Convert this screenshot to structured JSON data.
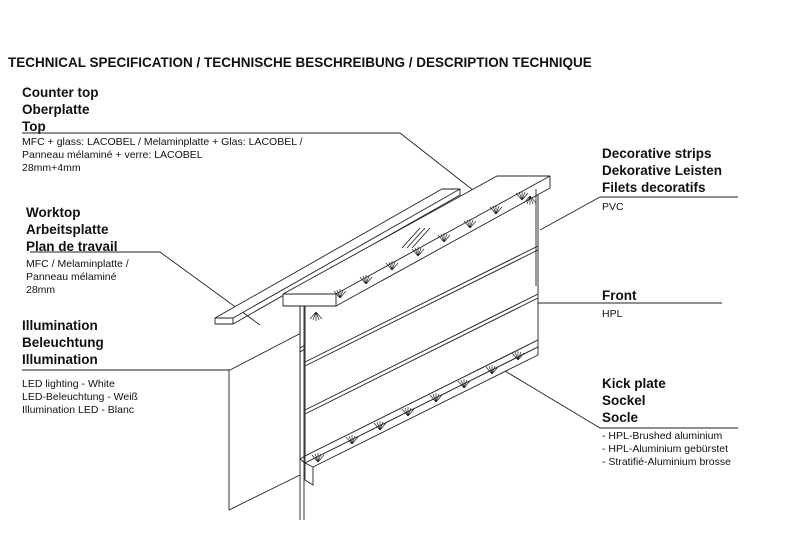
{
  "title": "TECHNICAL SPECIFICATION / TECHNISCHE BESCHREIBUNG / DESCRIPTION TECHNIQUE",
  "counter_top": {
    "heading": [
      "Counter top",
      "Oberplatte",
      "Top"
    ],
    "details": [
      "MFC + glass: LACOBEL / Melaminplatte + Glas: LACOBEL /",
      "Panneau mélaminé + verre: LACOBEL",
      "28mm+4mm"
    ]
  },
  "worktop": {
    "heading": [
      "Worktop",
      "Arbeitsplatte",
      "Plan de travail"
    ],
    "details": [
      "MFC / Melaminplatte /",
      "Panneau mélaminé",
      "28mm"
    ]
  },
  "illumination": {
    "heading": [
      "Illumination",
      "Beleuchtung",
      "Illumination"
    ],
    "details": [
      "LED lighting - White",
      "LED-Beleuchtung - Weiß",
      "Illumination LED - Blanc"
    ]
  },
  "decorative_strips": {
    "heading": [
      "Decorative strips",
      "Dekorative Leisten",
      "Filets decoratifs"
    ],
    "details": [
      "PVC"
    ]
  },
  "front": {
    "heading": [
      "Front"
    ],
    "details": [
      "HPL"
    ]
  },
  "kick_plate": {
    "heading": [
      "Kick plate",
      "Sockel",
      "Socle"
    ],
    "details": [
      "- HPL-Brushed aluminium",
      "- HPL-Aluminium gebürstet",
      "- Stratifié-Aluminium brosse"
    ]
  }
}
